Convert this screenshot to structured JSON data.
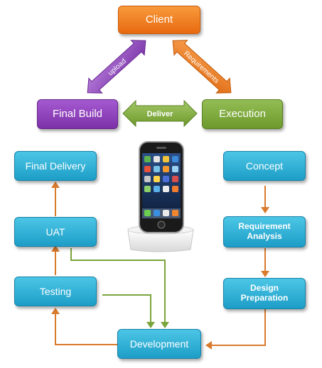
{
  "nodes": {
    "client": "Client",
    "final_build": "Final Build",
    "execution": "Execution",
    "final_delivery": "Final Delivery",
    "concept": "Concept",
    "uat": "UAT",
    "requirement_analysis": "Requirement Analysis",
    "testing": "Testing",
    "design_preparation": "Design Preparation",
    "development": "Development"
  },
  "arrow_labels": {
    "upload": "upload",
    "requirements": "Requirements",
    "deliver": "Deliver"
  },
  "colors": {
    "orange": "#f07b1e",
    "purple": "#8e44bd",
    "green": "#7caa3a",
    "blue": "#2cb1d8",
    "flow_orange": "#d97a2c",
    "flow_green": "#7aa43c"
  },
  "illustration": "smartphone-on-dock"
}
